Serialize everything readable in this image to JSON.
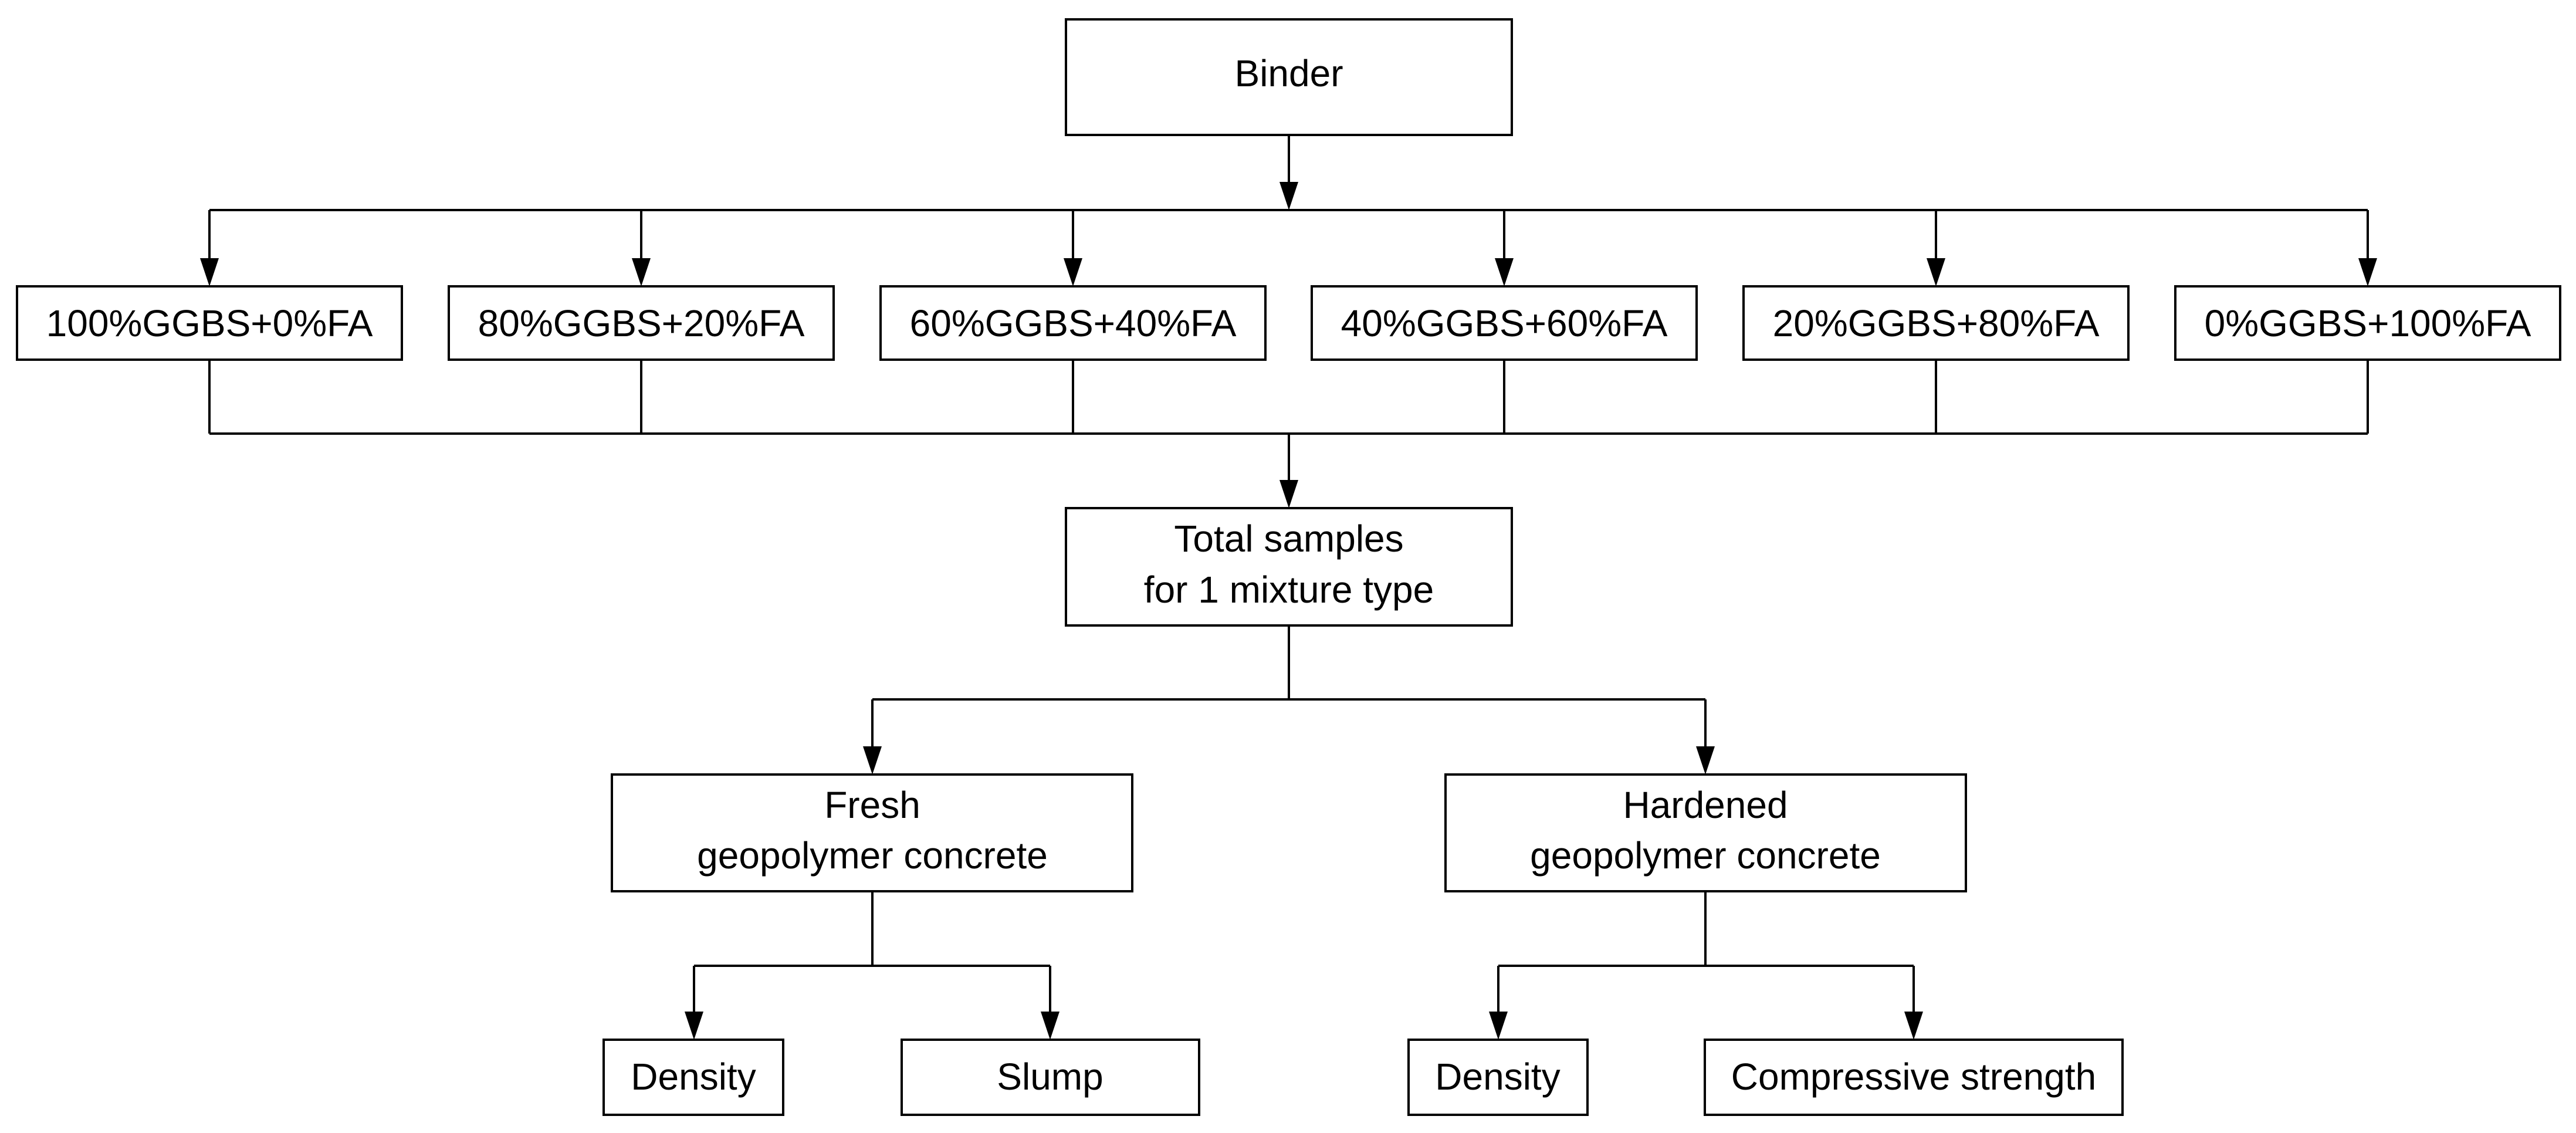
{
  "diagram": {
    "binder": "Binder",
    "mixtures": [
      "100%GGBS+0%FA",
      "80%GGBS+20%FA",
      "60%GGBS+40%FA",
      "40%GGBS+60%FA",
      "20%GGBS+80%FA",
      "0%GGBS+100%FA"
    ],
    "total_samples": {
      "line1": "Total samples",
      "line2": "for 1 mixture type"
    },
    "fresh": {
      "line1": "Fresh",
      "line2": "geopolymer concrete",
      "tests": [
        "Density",
        "Slump"
      ]
    },
    "hardened": {
      "line1": "Hardened",
      "line2": "geopolymer concrete",
      "tests": [
        "Density",
        "Compressive strength"
      ]
    }
  }
}
